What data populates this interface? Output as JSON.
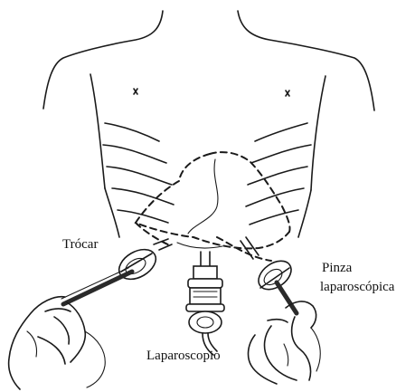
{
  "labels": {
    "trocar": "Trócar",
    "pinza_line1": "Pinza",
    "pinza_line2": "laparoscópica",
    "laparoscopio": "Laparoscopio"
  },
  "colors": {
    "ink": "#1a1a1a",
    "background": "#ffffff",
    "instrument_shaft": "#2a2a2a"
  }
}
